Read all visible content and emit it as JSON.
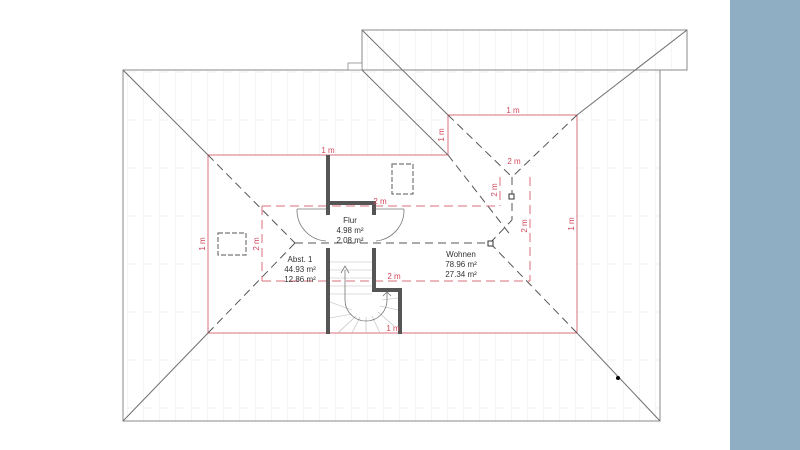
{
  "colors": {
    "background": "#ffffff",
    "sidebar": "#8faec4",
    "outline": "#8a8a8a",
    "grid": "#e4e4e4",
    "dimension": "#d0465a",
    "wall": "#555555",
    "text": "#333333"
  },
  "rooms": [
    {
      "name": "Flur",
      "area": "4.98 m²",
      "area2": "2.08 m²"
    },
    {
      "name": "Abst. 1",
      "area": "44.93 m²",
      "area2": "12.86 m²"
    },
    {
      "name": "Wohnen",
      "area": "78.96 m²",
      "area2": "27.34 m²"
    }
  ],
  "dimensions": {
    "top_1m": "1 m",
    "dormer_top_1m": "1 m",
    "dormer_left_1m": "1 m",
    "inner_2m_top": "2 m",
    "inner_2m_bottom": "2 m",
    "left_1m": "1 m",
    "left_2m": "2 m",
    "right_1m": "1 m",
    "ridge_2m_h": "2 m",
    "ridge_2m_v": "2 m",
    "ridge_2m_v2": "2 m",
    "stair_1m": "1 m"
  }
}
